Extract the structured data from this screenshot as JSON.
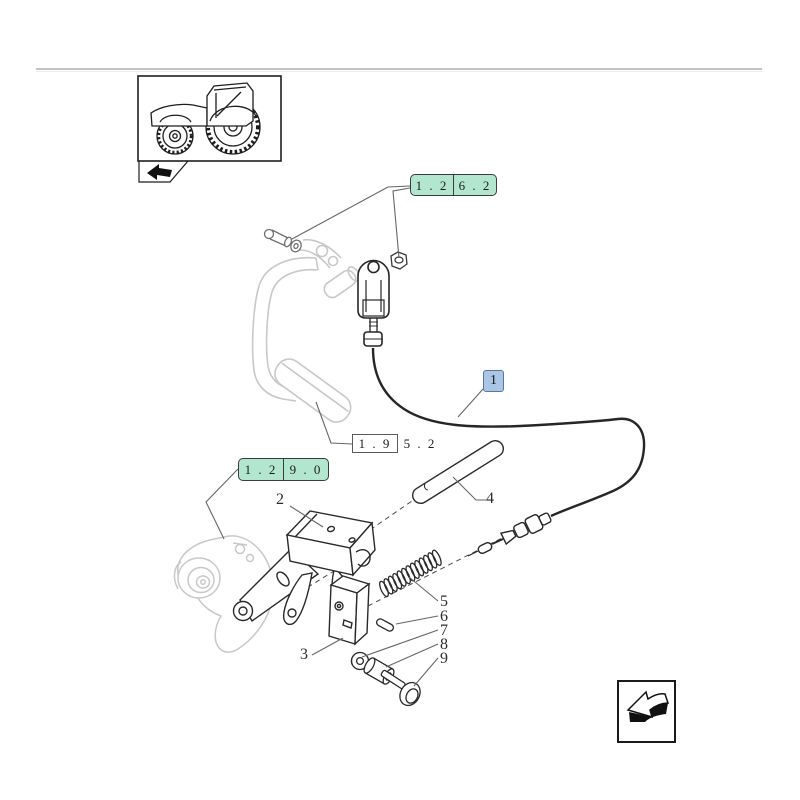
{
  "page": {
    "type": "parts-catalog-exploded-diagram"
  },
  "colors": {
    "highlight_teal": "#b2e6cf",
    "highlight_blue": "#abc6e4",
    "line_dark": "#222222",
    "line_ghost": "#c8c8c8",
    "leader": "#666666"
  },
  "ref_labels": {
    "r1262": {
      "left": "1 . 2",
      "right": "6 . 2"
    },
    "r1952": {
      "left": "1 . 9",
      "right": "5 . 2"
    },
    "r1290": {
      "left": "1 . 2",
      "right": "9 . 0"
    }
  },
  "callouts": {
    "c1": "1",
    "c2": "2",
    "c3": "3",
    "c4": "4",
    "c5": "5",
    "c6": "6",
    "c7": "7",
    "c8": "8",
    "c9": "9"
  },
  "icons": {
    "thumbnail": "tractor-thumbnail",
    "thumb_arrow": "direction-arrow",
    "nav_arrow": "page-back-arrow"
  }
}
